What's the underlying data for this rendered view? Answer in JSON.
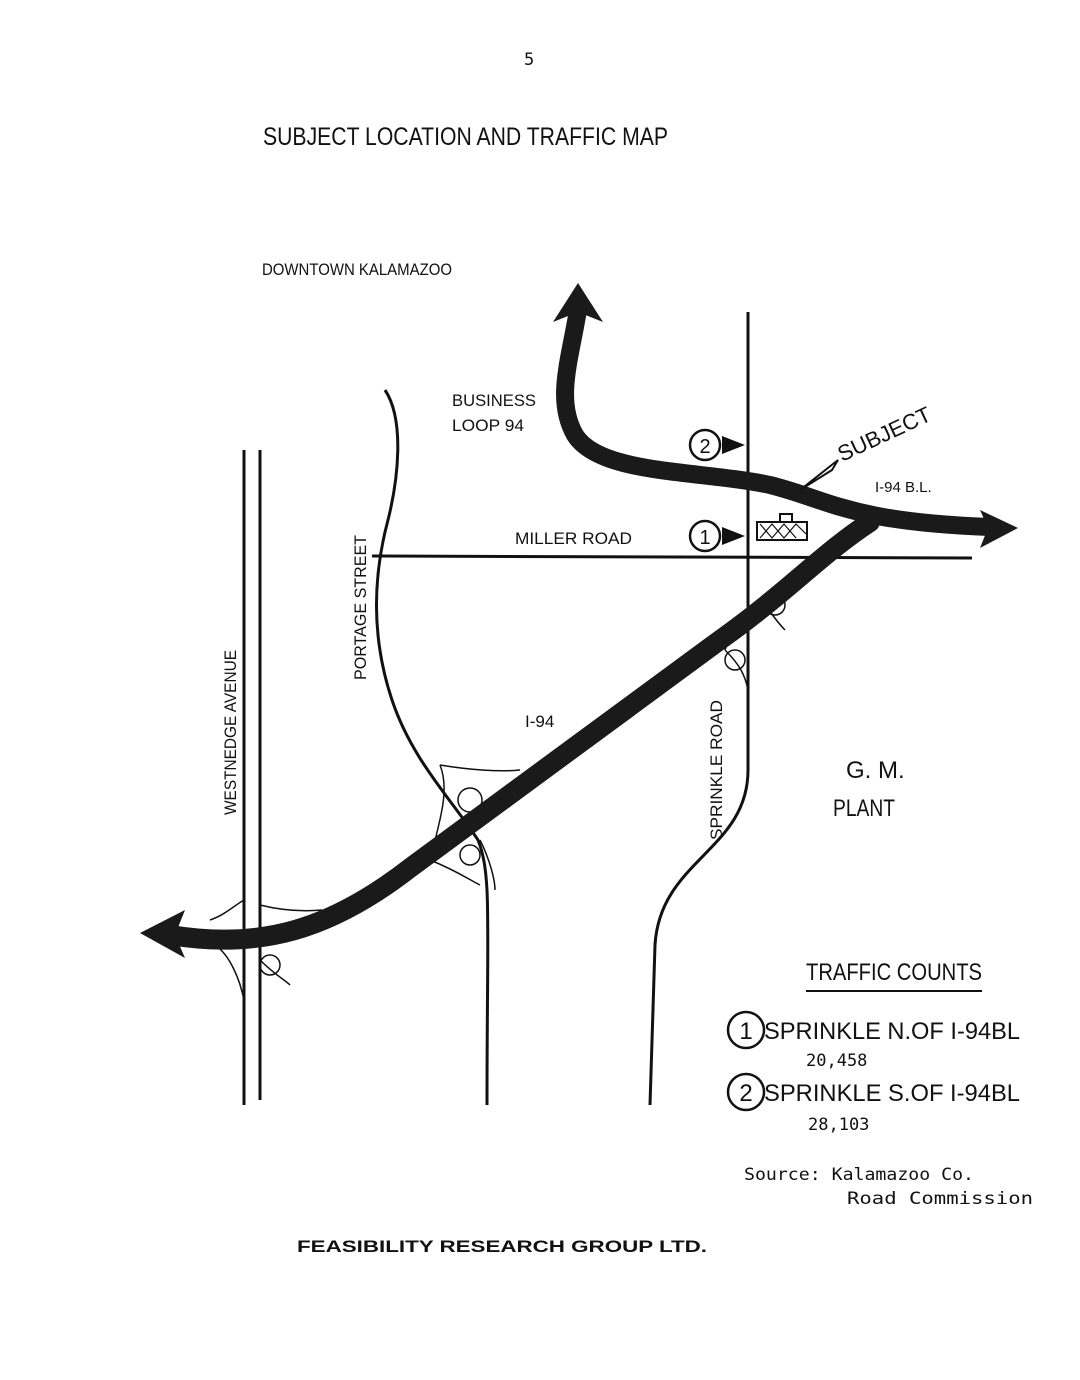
{
  "page_number": "5",
  "title": "SUBJECT LOCATION AND TRAFFIC MAP",
  "map": {
    "downtown_label": "DOWNTOWN KALAMAZOO",
    "roads": {
      "westnedge": "WESTNEDGE AVENUE",
      "portage": "PORTAGE STREET",
      "miller": "MILLER ROAD",
      "sprinkle": "SPRINKLE ROAD",
      "business_loop_line1": "BUSINESS",
      "business_loop_line2": "LOOP 94",
      "i94": "I-94",
      "i94bl": "I-94 B.L."
    },
    "subject_label": "SUBJECT",
    "gm_line1": "G. M.",
    "gm_line2": "PLANT",
    "markers": [
      "1",
      "2"
    ]
  },
  "traffic_counts": {
    "heading": "TRAFFIC COUNTS",
    "items": [
      {
        "num": "1",
        "location": "SPRINKLE N.OF I-94BL",
        "count": "20,458"
      },
      {
        "num": "2",
        "location": "SPRINKLE S.OF I-94BL",
        "count": "28,103"
      }
    ],
    "source_line1": "Source: Kalamazoo Co.",
    "source_line2": "Road Commission"
  },
  "footer": "FEASIBILITY RESEARCH GROUP LTD."
}
